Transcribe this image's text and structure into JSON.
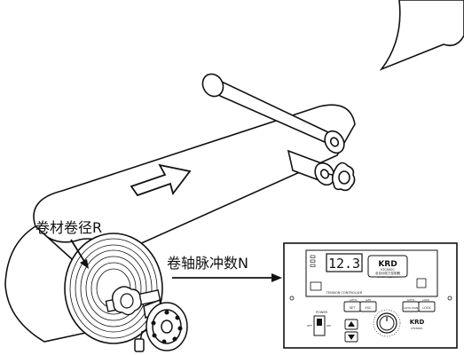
{
  "labels": {
    "roll_radius": "卷材卷径R",
    "shaft_pulses": "卷轴脉冲数N"
  },
  "controller": {
    "display_value": "12.3",
    "brand": "KRD",
    "model": "KTC800C",
    "name_cn": "全自动张力控制器",
    "url": "www.kongzi.com",
    "panel_title": "TENSION CONTROLLER",
    "keys": [
      {
        "top": "AUTO",
        "label": "SET"
      },
      {
        "top": "A/M",
        "label": "ESC"
      },
      {
        "top": "AUTO",
        "label": "AUTO MAN"
      },
      {
        "top": "LOCK",
        "label": "LOCK"
      }
    ],
    "power_label": "POWER",
    "switch_off": "OFF",
    "switch_on": "ON",
    "bottom_brand": "KRD",
    "bottom_model": "KTC800C"
  },
  "colors": {
    "line": "#111111",
    "bg": "#ffffff"
  }
}
